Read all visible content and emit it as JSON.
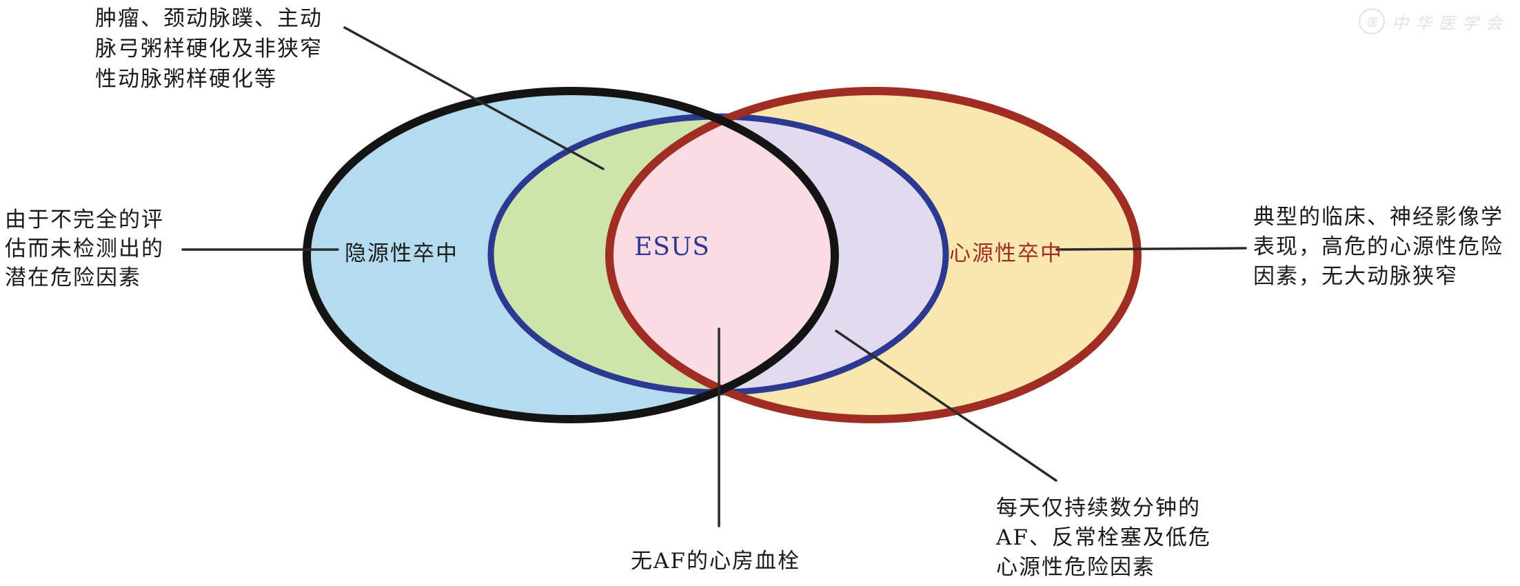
{
  "diagram": {
    "labels": {
      "cryptogenic": "隐源性卒中",
      "esus": "ESUS",
      "cardiogenic": "心源性卒中"
    },
    "annotations": {
      "top_left": {
        "lines": [
          "肿瘤、颈动脉蹼、主动",
          "脉弓粥样硬化及非狭窄",
          "性动脉粥样硬化等"
        ]
      },
      "left": {
        "lines": [
          "由于不完全的评",
          "估而未检测出的",
          "潜在危险因素"
        ]
      },
      "right": {
        "lines": [
          "典型的临床、神经影像学",
          "表现，高危的心源性危险",
          "因素，无大动脉狭窄"
        ]
      },
      "bottom_center": {
        "text": "无AF的心房血栓"
      },
      "bottom_right": {
        "lines": [
          "每天仅持续数分钟的",
          "AF、反常栓塞及低危",
          "心源性危险因素"
        ]
      }
    },
    "colors": {
      "cryptogenic_fill": "#b5dcee",
      "cardiogenic_fill": "#fae7b0",
      "overlap_green": "#cde5aa",
      "overlap_lavender": "#e2daee",
      "overlap_pink": "#fbdce4",
      "black_outline": "#141414",
      "red_outline": "#a02d24",
      "blue_outline": "#2b3990",
      "esus_text": "#2b3990",
      "cardiogenic_text": "#a02d24",
      "leader_line": "#2a2a2a"
    },
    "watermark": "中华医学会"
  }
}
